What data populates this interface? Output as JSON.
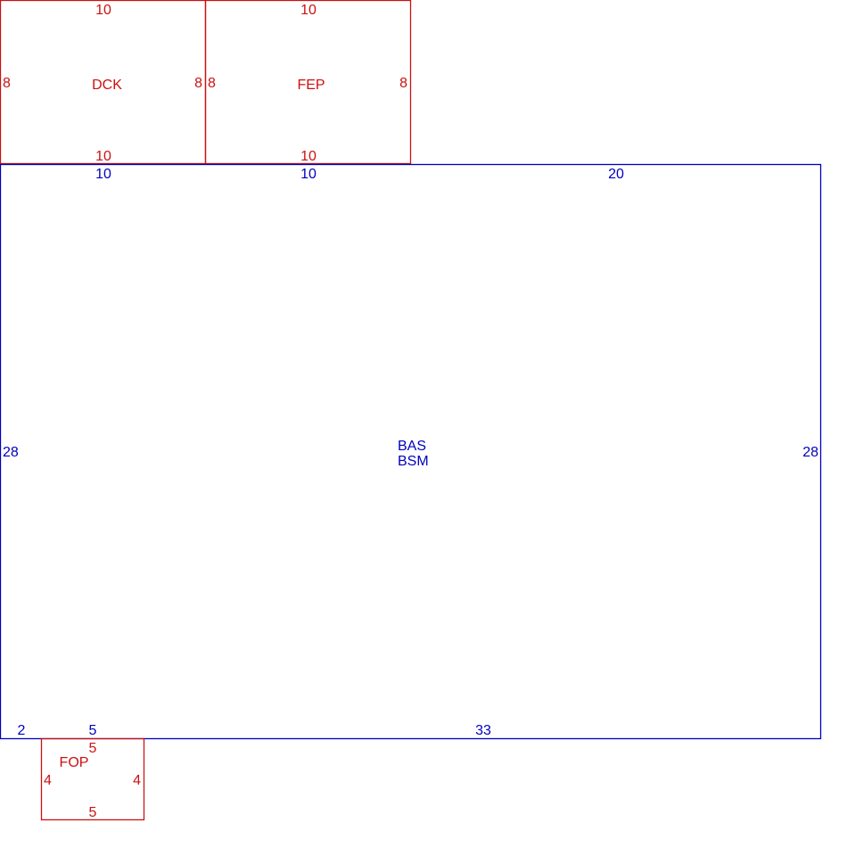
{
  "colors": {
    "addition": "#cc1111",
    "main": "#0000c0"
  },
  "areas": {
    "dck": {
      "label": "DCK",
      "dims": {
        "top": "10",
        "bottom": "10",
        "left": "8",
        "right": "8"
      }
    },
    "fep": {
      "label": "FEP",
      "dims": {
        "top": "10",
        "bottom": "10",
        "left": "8",
        "right": "8"
      }
    },
    "main": {
      "label_1": "BAS",
      "label_2": "BSM",
      "dims": {
        "top_left": "10",
        "top_mid": "10",
        "top_right": "20",
        "left": "28",
        "right": "28",
        "bottom_a": "2",
        "bottom_b": "5",
        "bottom_c": "33"
      }
    },
    "fop": {
      "label": "FOP",
      "dims": {
        "top": "5",
        "bottom": "5",
        "left": "4",
        "right": "4"
      }
    }
  }
}
